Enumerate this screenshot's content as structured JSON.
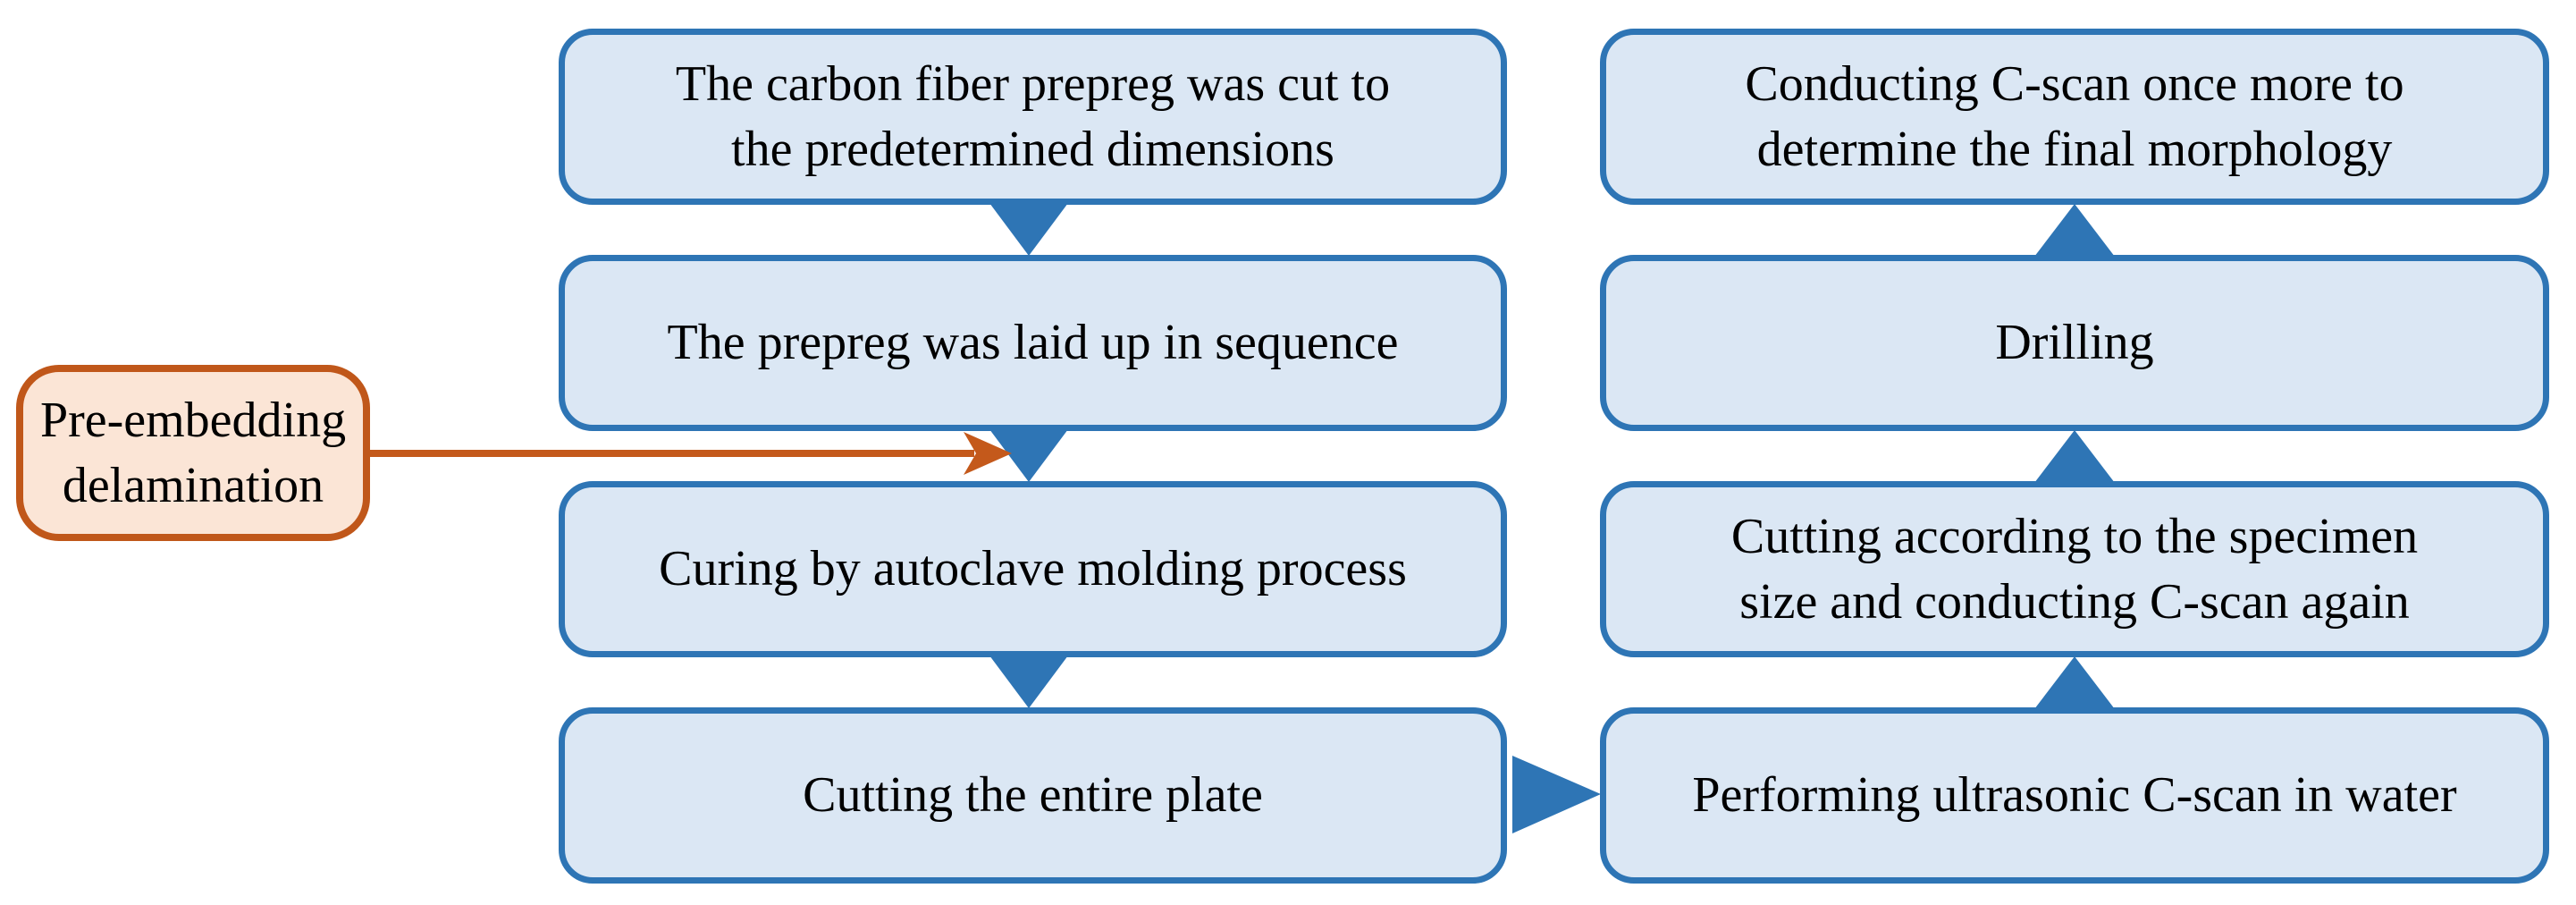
{
  "colors": {
    "node-fill": "#dbe7f4",
    "node-border": "#2e75b5",
    "arrow-blue": "#2e75b5",
    "annotation-fill": "#fbe5d6",
    "annotation-border": "#c0571a",
    "annotation-arrow": "#c4591b",
    "text": "#000000",
    "background": "#ffffff"
  },
  "flow": {
    "annotation": "Pre-embedding\ndelamination",
    "main_steps": [
      "The carbon fiber prepreg was cut to\nthe predetermined dimensions",
      "The prepreg was laid up in sequence",
      "Curing by autoclave molding process",
      "Cutting the entire plate"
    ],
    "result_steps": [
      "Conducting C-scan once more to\ndetermine the final morphology",
      "Drilling",
      "Cutting according to the specimen\nsize and conducting C-scan again",
      "Performing ultrasonic C-scan in water"
    ],
    "icons": {
      "down_arrow": "▼",
      "up_arrow": "▲",
      "right_arrow": "►",
      "annotation_arrow": "→"
    }
  }
}
